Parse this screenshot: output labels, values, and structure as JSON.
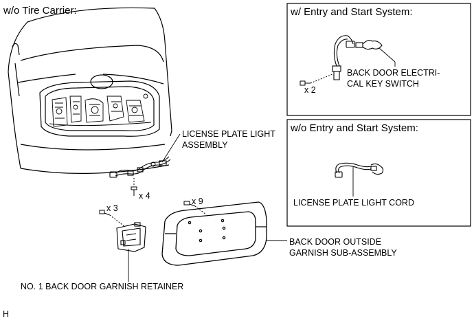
{
  "main_title": "w/o Tire Carrier:",
  "figure_code": "H",
  "inset_with_entry": {
    "title": "w/ Entry and Start System:",
    "switch_label_line1": "BACK DOOR ELECTRI-",
    "switch_label_line2": "CAL KEY SWITCH",
    "screw_qty": "x 2"
  },
  "inset_without_entry": {
    "title": "w/o Entry and Start System:",
    "cord_label": "LICENSE PLATE LIGHT CORD"
  },
  "labels": {
    "license_light_line1": "LICENSE PLATE LIGHT",
    "license_light_line2": "ASSEMBLY",
    "screw_x4": "x 4",
    "screw_x3": "x 3",
    "clip_x9": "x 9",
    "garnish_line1": "BACK DOOR OUTSIDE",
    "garnish_line2": "GARNISH SUB-ASSEMBLY",
    "retainer": "NO. 1 BACK DOOR GARNISH RETAINER"
  }
}
